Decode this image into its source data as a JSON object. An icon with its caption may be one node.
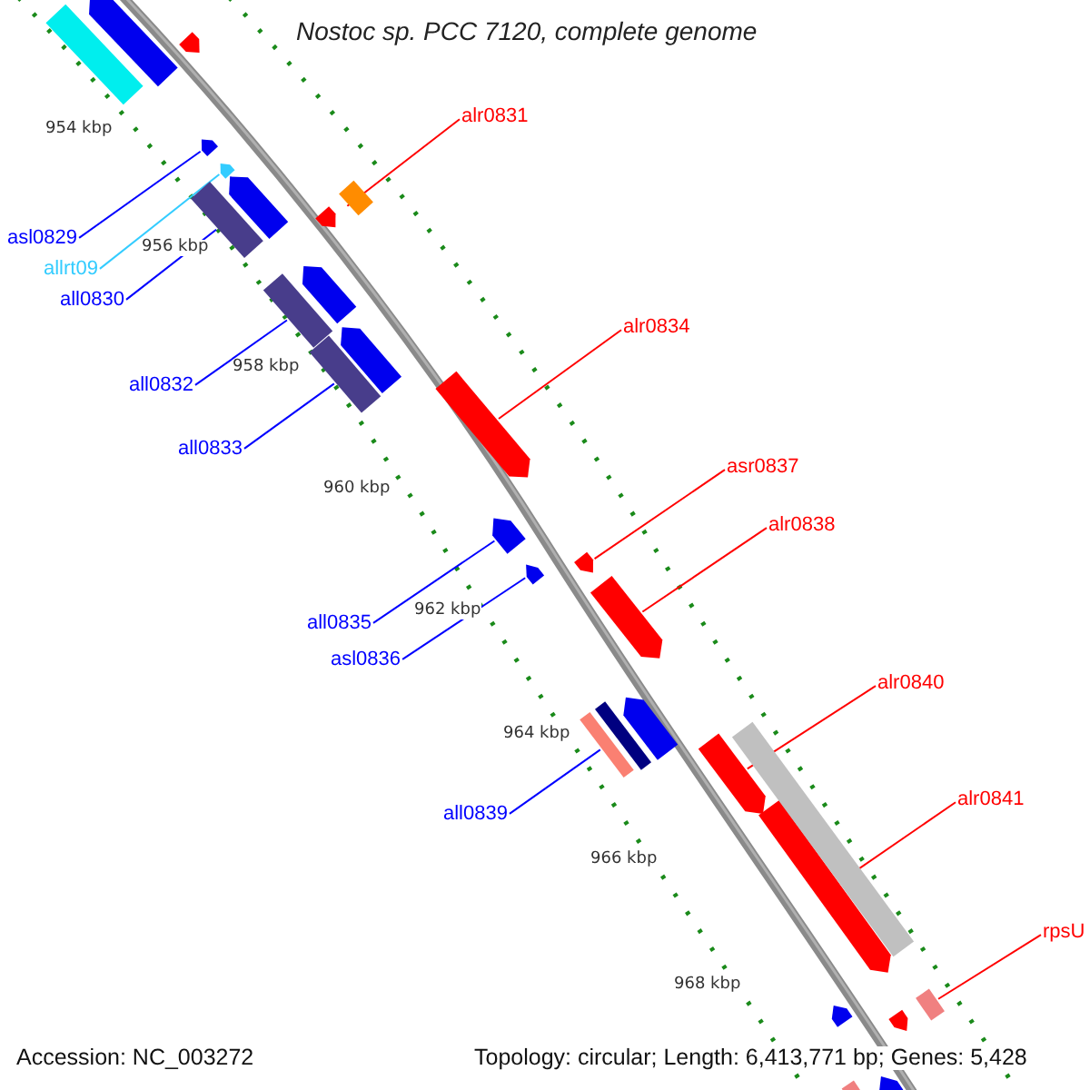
{
  "diagram": {
    "title": "Nostoc sp. PCC 7120, complete genome",
    "nodes": [
      {
        "text": [
          "alr0831"
        ]
      },
      {
        "text": [],
        "shape": "bar"
      },
      {
        "text": [
          "asl0829"
        ]
      },
      {
        "text": [],
        "shape": "bar"
      },
      {
        "text": [
          "allrt09"
        ]
      },
      {
        "text": [],
        "shape": "bar"
      },
      {
        "text": [
          "all0830"
        ]
      },
      {
        "text": [],
        "shape": "bar"
      },
      {
        "text": [
          "all0832"
        ]
      },
      {
        "text": [],
        "shape": "bar"
      },
      {
        "text": [
          "all0833"
        ]
      },
      {
        "text": [],
        "shape": "bar"
      },
      {
        "text": [
          "alr0834"
        ]
      },
      {
        "text": [],
        "shape": "bar"
      },
      {
        "text": [
          "all0835"
        ]
      },
      {
        "text": [],
        "shape": "bar"
      },
      {
        "text": [
          "asl0836"
        ]
      },
      {
        "text": [],
        "shape": "bar"
      },
      {
        "text": [
          "asr0837"
        ]
      },
      {
        "text": [],
        "shape": "bar"
      },
      {
        "text": [
          "alr0838"
        ]
      },
      {
        "text": [],
        "shape": "bar"
      },
      {
        "text": [
          "all0839"
        ]
      },
      {
        "text": [],
        "shape": "bar"
      },
      {
        "text": [
          "alr0840"
        ]
      },
      {
        "text": [],
        "shape": "bar"
      },
      {
        "text": [
          "alr0841"
        ]
      },
      {
        "text": [],
        "shape": "bar"
      },
      {
        "text": [
          "rpsU"
        ]
      },
      {
        "text": [],
        "shape": "bar"
      },
      {
        "text": [],
        "shape": "bar"
      },
      {
        "text": [],
        "shape": "bar"
      },
      {
        "text": [],
        "shape": "bar"
      },
      {
        "text": [],
        "shape": "bar"
      },
      {
        "text": [],
        "shape": "bar"
      },
      {
        "text": [],
        "shape": "bar"
      },
      {
        "text": [],
        "shape": "bar"
      },
      {
        "text": [],
        "shape": "bar"
      },
      {
        "text": [],
        "shape": "bar"
      },
      {
        "text": [],
        "shape": "bar"
      },
      {
        "text": [],
        "shape": "bar"
      },
      {
        "text": [],
        "shape": "bar"
      },
      {
        "text": [],
        "shape": "bar"
      },
      {
        "text": [],
        "shape": "bar"
      }
    ],
    "edges": [
      {
        "from": 0,
        "to": 1,
        "arrow": "none",
        "color": "#ff0000"
      },
      {
        "from": 2,
        "to": 3,
        "arrow": "none",
        "color": "#0000ff"
      },
      {
        "from": 4,
        "to": 5,
        "arrow": "none",
        "color": "#33ccff"
      },
      {
        "from": 6,
        "to": 7,
        "arrow": "none",
        "color": "#0000ff"
      },
      {
        "from": 8,
        "to": 9,
        "arrow": "none",
        "color": "#0000ff"
      },
      {
        "from": 10,
        "to": 11,
        "arrow": "none",
        "color": "#0000ff"
      },
      {
        "from": 12,
        "to": 13,
        "arrow": "none",
        "color": "#ff0000"
      },
      {
        "from": 14,
        "to": 15,
        "arrow": "none",
        "color": "#0000ff"
      },
      {
        "from": 16,
        "to": 17,
        "arrow": "none",
        "color": "#0000ff"
      },
      {
        "from": 18,
        "to": 19,
        "arrow": "none",
        "color": "#ff0000"
      },
      {
        "from": 20,
        "to": 21,
        "arrow": "none",
        "color": "#ff0000"
      },
      {
        "from": 22,
        "to": 23,
        "arrow": "none",
        "color": "#0000ff"
      },
      {
        "from": 24,
        "to": 25,
        "arrow": "none",
        "color": "#ff0000"
      },
      {
        "from": 26,
        "to": 27,
        "arrow": "none",
        "color": "#ff0000"
      },
      {
        "from": 28,
        "to": 29,
        "arrow": "none",
        "color": "#ff0000"
      }
    ],
    "labels": [
      "954 kbp",
      "956 kbp",
      "958 kbp",
      "960 kbp",
      "962 kbp",
      "964 kbp",
      "966 kbp",
      "968 kbp",
      "Accession: NC_003272",
      "Topology: circular; Length: 6,413,771 bp; Genes: 5,428"
    ]
  }
}
